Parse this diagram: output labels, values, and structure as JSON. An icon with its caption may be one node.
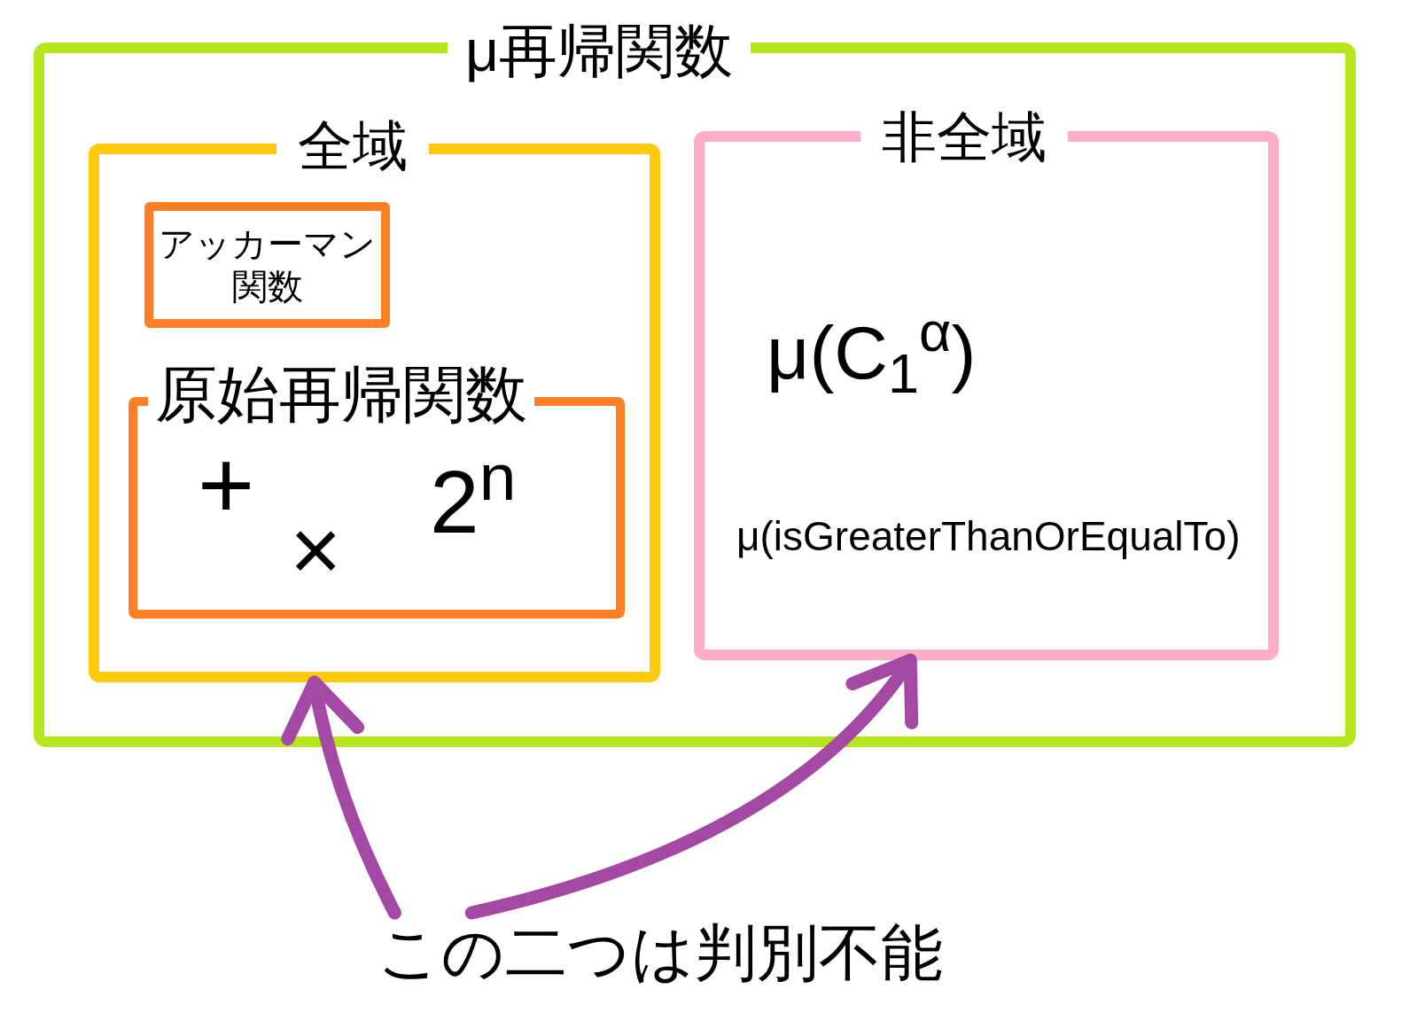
{
  "diagram": {
    "nodes": [
      {
        "text": [
          "μ再帰関数"
        ]
      },
      {
        "text": [
          "全域"
        ],
        "in": 0
      },
      {
        "text": [
          "アッカーマン関数"
        ],
        "in": 1
      },
      {
        "text": [
          "原始再帰関数",
          "+",
          "×",
          "2$^{n}$"
        ],
        "in": 1
      },
      {
        "text": [
          "非全域",
          "μ(C$_{1}$$^{α}$)",
          "μ(isGreaterThanOrEqualTo)"
        ],
        "in": 0
      },
      {
        "text": [
          "この二つは判別不能"
        ]
      }
    ],
    "edges": [
      {
        "from": 5,
        "to": 1,
        "arrow": "to"
      },
      {
        "from": 5,
        "to": 4,
        "arrow": "to"
      }
    ]
  }
}
